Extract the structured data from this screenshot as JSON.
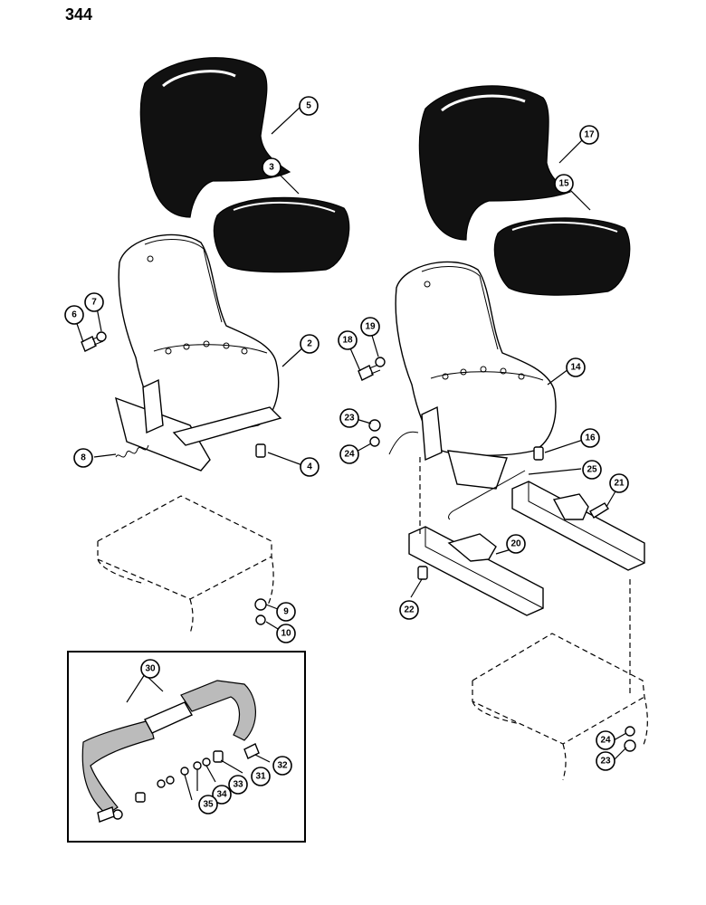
{
  "page_number": "344",
  "callouts": {
    "c2": "2",
    "c3": "3",
    "c4": "4",
    "c5": "5",
    "c6": "6",
    "c7": "7",
    "c8": "8",
    "c9": "9",
    "c10": "10",
    "c14": "14",
    "c15": "15",
    "c16": "16",
    "c17": "17",
    "c18": "18",
    "c19": "19",
    "c20": "20",
    "c21": "21",
    "c22": "22",
    "c23a": "23",
    "c24a": "24",
    "c25": "25",
    "c24b": "24",
    "c23b": "23",
    "c30": "30",
    "c31": "31",
    "c32": "32",
    "c33": "33",
    "c34": "34",
    "c35": "35"
  }
}
